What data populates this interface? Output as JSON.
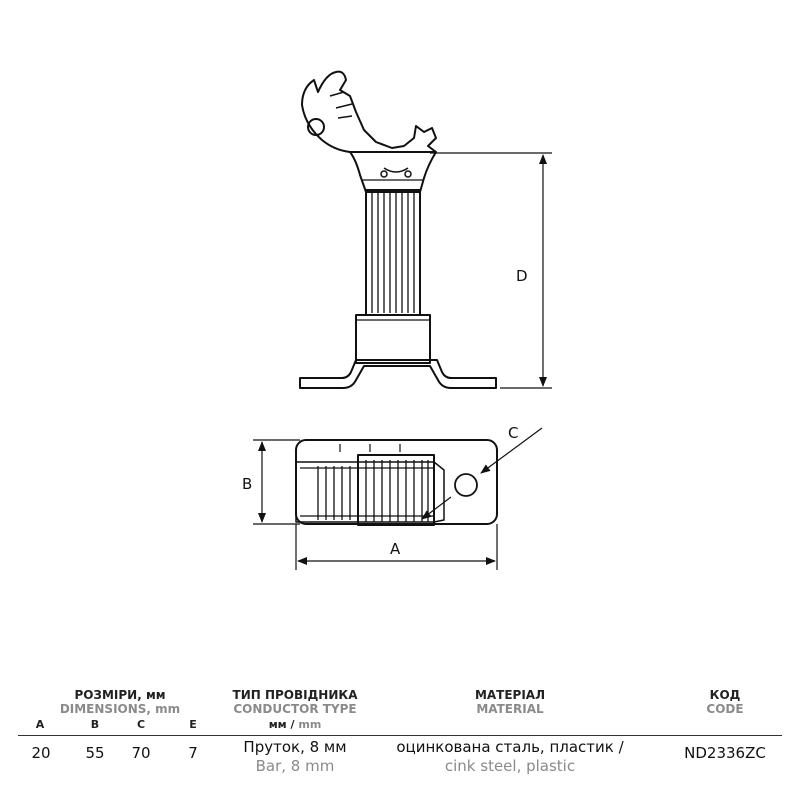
{
  "diagram": {
    "labels": {
      "a": "A",
      "b": "B",
      "c": "C",
      "d": "D"
    }
  },
  "spec_table": {
    "dimensions": {
      "title_ua": "РОЗМІРИ, мм",
      "title_en": "DIMENSIONS, mm"
    },
    "conductor": {
      "title_ua": "ТИП ПРОВІДНИКА",
      "title_en": "CONDUCTOR TYPE",
      "unit_ua": "мм",
      "unit_sep": " / ",
      "unit_en": "mm"
    },
    "material": {
      "title_ua": "МАТЕРІАЛ",
      "title_en": "MATERIAL"
    },
    "code": {
      "title_ua": "КОД",
      "title_en": "CODE"
    },
    "columns": [
      "A",
      "B",
      "C",
      "E"
    ],
    "row": {
      "values": [
        "20",
        "55",
        "70",
        "7"
      ],
      "conductor_ua": "Пруток, 8 мм",
      "conductor_en": "Bar, 8 mm",
      "material_ua": "оцинкована сталь, пластик /",
      "material_en": "cink steel, plastic",
      "code": "ND2336ZC"
    }
  }
}
